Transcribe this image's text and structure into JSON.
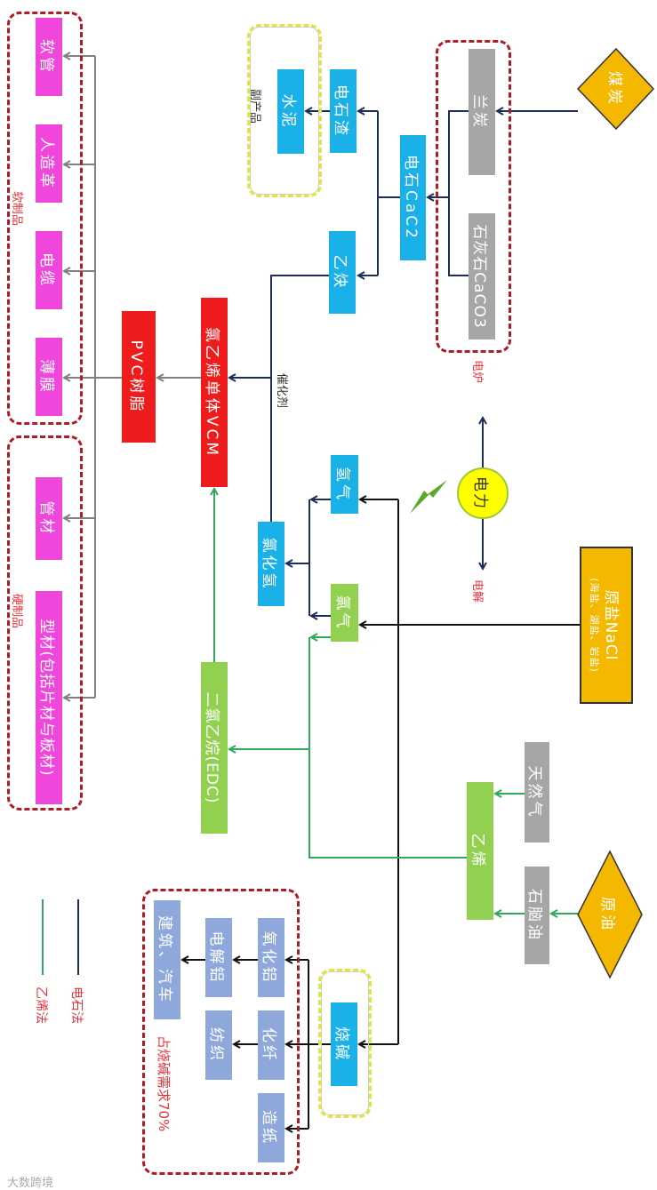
{
  "colors": {
    "calcium_carbide_line": "#1f2d5a",
    "ethylene_line": "#2eaa5a",
    "caustic_line": "#111111",
    "product_line": "#808080",
    "group_border": "#b01c24",
    "byproduct_border": "#dde83a"
  },
  "raw": {
    "coal": "煤炭",
    "crude_oil": "原油",
    "salt_title": "原盐NaCl",
    "salt_sub": "(海盐、湖盐、岩盐)",
    "power": "电力"
  },
  "nodes": {
    "semi_coke": "兰炭",
    "limestone": "石灰石CaCO3",
    "carbide": "电石CaC2",
    "carbide_slag": "电石渣",
    "acetylene": "乙炔",
    "cement": "水泥",
    "hydrogen": "氢气",
    "chlorine": "氯气",
    "hcl": "氯化氢",
    "vcm": "氯乙烯单体VCM",
    "pvc": "PVC树脂",
    "edc": "二氯乙烷(EDC)",
    "natural_gas": "天然气",
    "naphtha": "石脑油",
    "ethylene": "乙烯",
    "caustic": "烧碱",
    "alumina": "氧化铝",
    "fiber": "化纤",
    "paper": "造纸",
    "electrolytic_al": "电解铝",
    "textile": "纺织",
    "construction": "建筑、汽车"
  },
  "labels": {
    "furnace": "电炉",
    "electrolysis": "电解",
    "catalyst": "催化剂",
    "byproduct": "副产品",
    "soft": "软制品",
    "hard": "硬制品",
    "caustic_share": "占烧碱需求70%"
  },
  "products": [
    "软管",
    "人造革",
    "电缆",
    "薄膜",
    "管材",
    "型材(包括片材与板材)"
  ],
  "legend": [
    {
      "label": "电石法",
      "color": "#1f2d5a"
    },
    {
      "label": "乙烯法",
      "color": "#2eaa5a"
    }
  ],
  "watermark": "大数跨境"
}
